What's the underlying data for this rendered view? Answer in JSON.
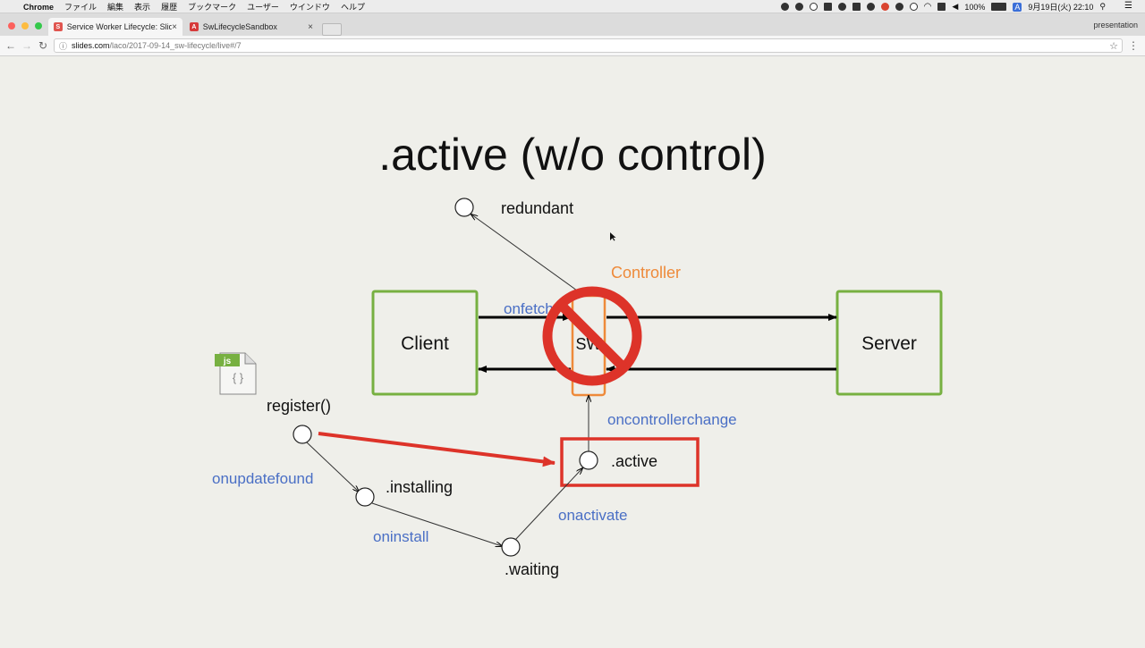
{
  "menubar": {
    "apple": "",
    "app_name": "Chrome",
    "menus": [
      "ファイル",
      "編集",
      "表示",
      "履歴",
      "ブックマーク",
      "ユーザー",
      "ウインドウ",
      "ヘルプ"
    ],
    "battery": "100%",
    "input_method": "A",
    "datetime": "9月19日(火)  22:10"
  },
  "tabs": [
    {
      "title": "Service Worker Lifecycle: Slides",
      "favicon": "S",
      "favicon_color": "#e0554f",
      "active": true
    },
    {
      "title": "SwLifecycleSandbox",
      "favicon": "A",
      "favicon_color": "#d63a3a",
      "active": false
    }
  ],
  "profile": "presentation",
  "address": {
    "host": "slides.com",
    "path": "/laco/2017-09-14_sw-lifecycle/live#/7"
  },
  "slide": {
    "title": ".active (w/o control)",
    "controller_label": "Controller",
    "client_label": "Client",
    "server_label": "Server",
    "sw_label": "SW",
    "onfetch_label": "onfetch",
    "oncontrollerchange_label": "oncontrollerchange",
    "register_label": "register()",
    "onupdatefound_label": "onupdatefound",
    "installing_label": ".installing",
    "oninstall_label": "oninstall",
    "waiting_label": ".waiting",
    "onactivate_label": "onactivate",
    "active_label": ".active",
    "redundant_label": "redundant",
    "js_label": "js",
    "js_braces": "{ }",
    "colors": {
      "green_box": "#77b041",
      "orange": "#ee8a3a",
      "blue_text": "#4a6fc5",
      "red": "#dd3329",
      "text": "#111111"
    }
  }
}
